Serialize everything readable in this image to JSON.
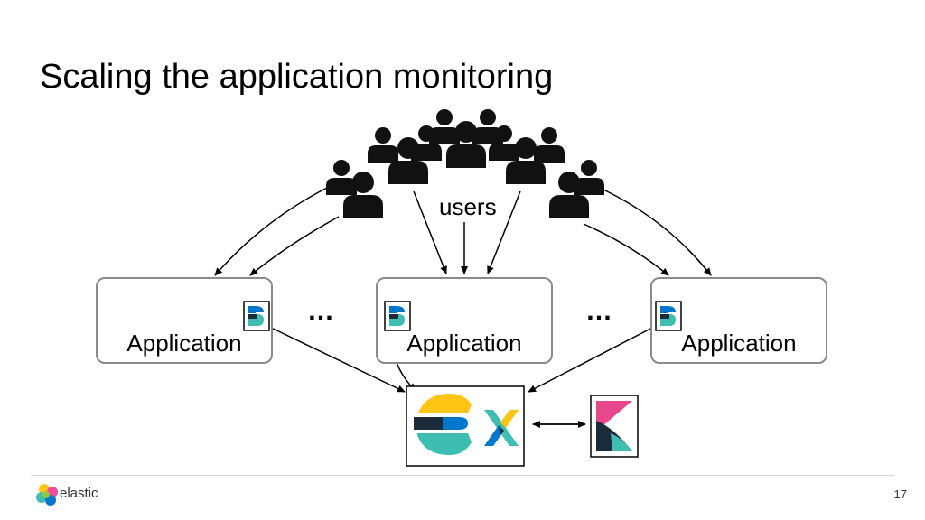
{
  "slide": {
    "title": "Scaling the application monitoring",
    "page_number": "17"
  },
  "diagram": {
    "users_label": "users",
    "applications": [
      {
        "label": "Application"
      },
      {
        "label": "Application"
      },
      {
        "label": "Application"
      }
    ],
    "ellipsis": [
      "…",
      "…"
    ]
  },
  "footer": {
    "logo_text": "elastic"
  },
  "colors": {
    "elastic_yellow": "#FEC514",
    "elastic_teal": "#3EBEB0",
    "elastic_blue": "#07C",
    "elastic_pink": "#F04E98",
    "kibana_pink": "#E8488B",
    "kibana_teal": "#3EBEB0",
    "box_border": "#8a8a8a"
  },
  "icons": [
    "users-crowd-icon",
    "lock-icon",
    "beats-icon",
    "elastic-stack-icon",
    "kibana-icon",
    "elastic-logo-icon"
  ]
}
